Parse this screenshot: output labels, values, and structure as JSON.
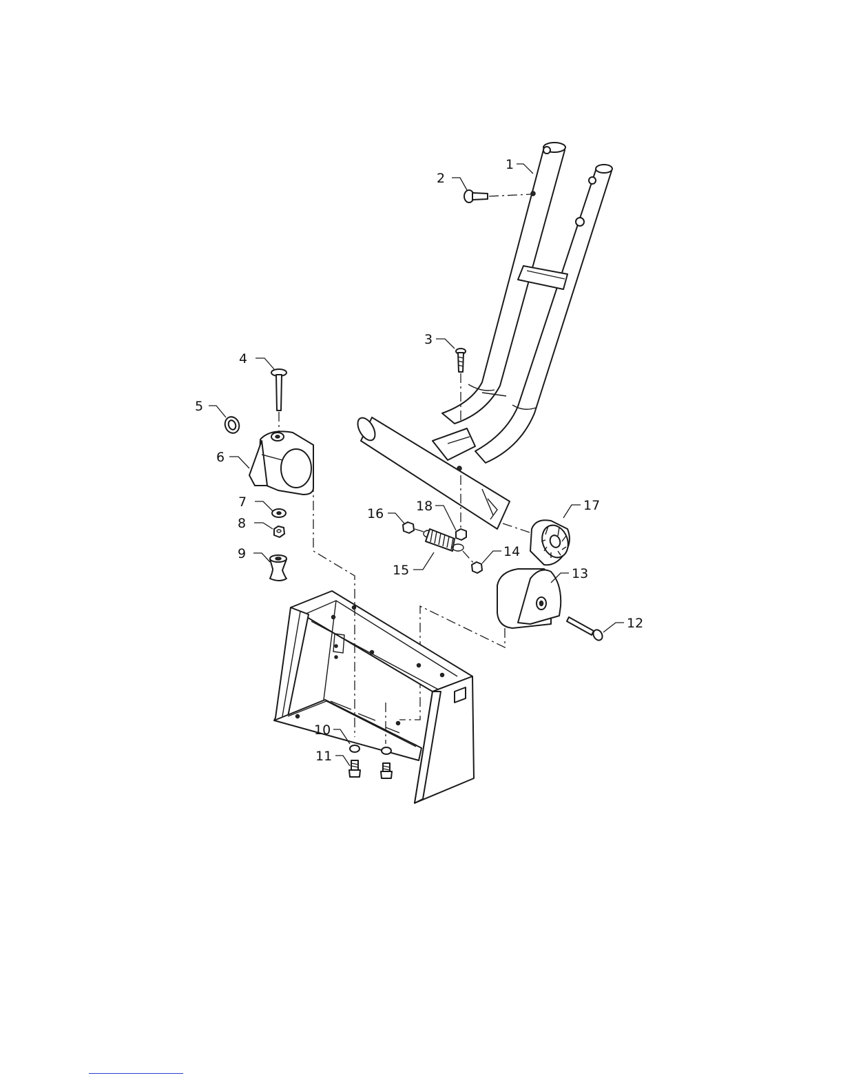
{
  "callouts": [
    {
      "id": "1",
      "label": "1"
    },
    {
      "id": "2",
      "label": "2"
    },
    {
      "id": "3",
      "label": "3"
    },
    {
      "id": "4",
      "label": "4"
    },
    {
      "id": "5",
      "label": "5"
    },
    {
      "id": "6",
      "label": "6"
    },
    {
      "id": "7",
      "label": "7"
    },
    {
      "id": "8",
      "label": "8"
    },
    {
      "id": "9",
      "label": "9"
    },
    {
      "id": "10",
      "label": "10"
    },
    {
      "id": "11",
      "label": "11"
    },
    {
      "id": "12",
      "label": "12"
    },
    {
      "id": "13",
      "label": "13"
    },
    {
      "id": "14",
      "label": "14"
    },
    {
      "id": "15",
      "label": "15"
    },
    {
      "id": "16",
      "label": "16"
    },
    {
      "id": "17",
      "label": "17"
    },
    {
      "id": "18",
      "label": "18"
    }
  ],
  "colors": {
    "line": "#1a1a1a",
    "footer_rule": "#2b3bd6",
    "background": "#ffffff"
  }
}
